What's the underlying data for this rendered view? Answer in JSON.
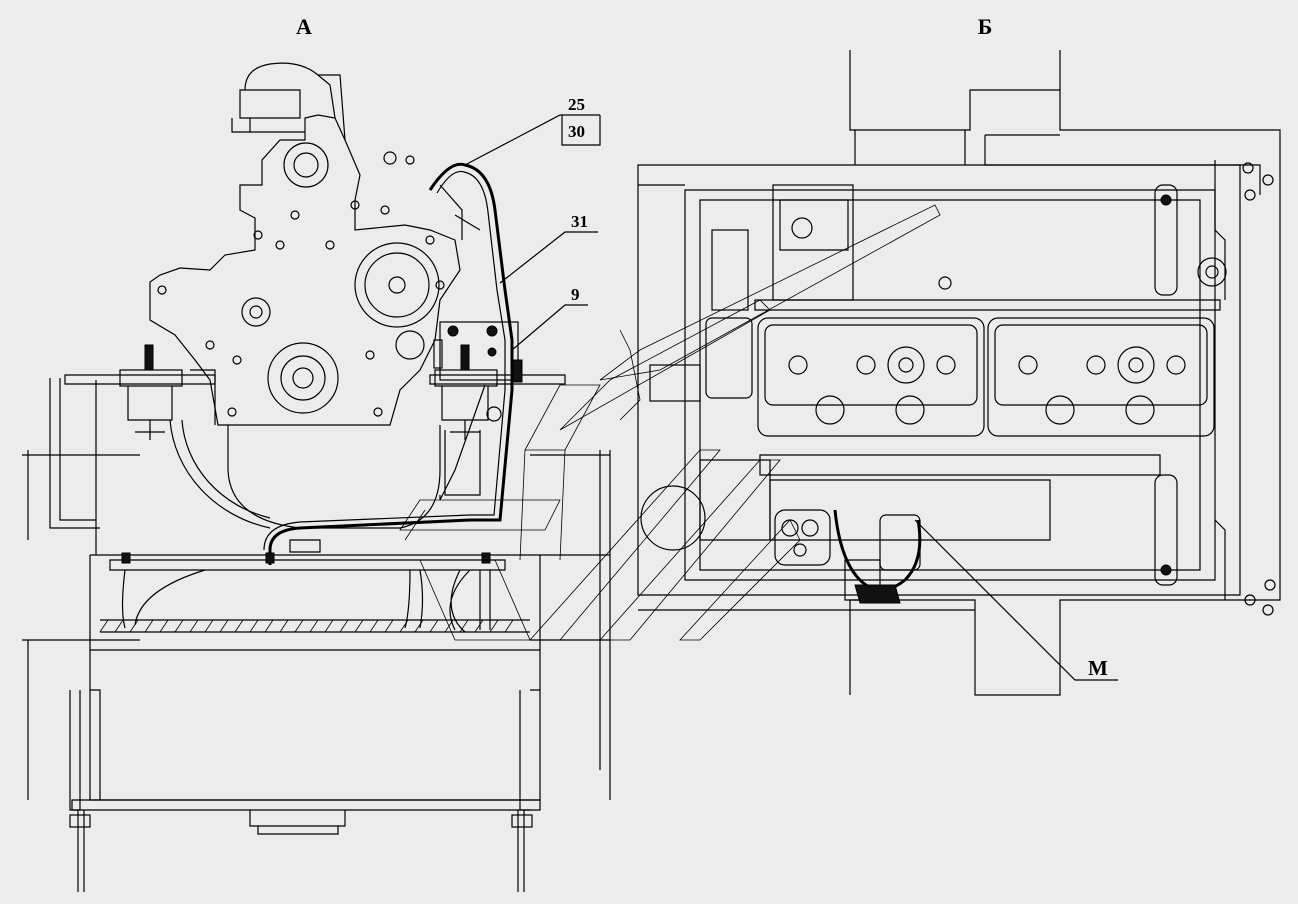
{
  "views": {
    "left": "А",
    "right": "Б"
  },
  "callouts": {
    "c25": "25",
    "c30": "30",
    "c31": "31",
    "c9": "9",
    "cM": "М"
  },
  "colors": {
    "background": "#ececec",
    "line": "#000000"
  }
}
